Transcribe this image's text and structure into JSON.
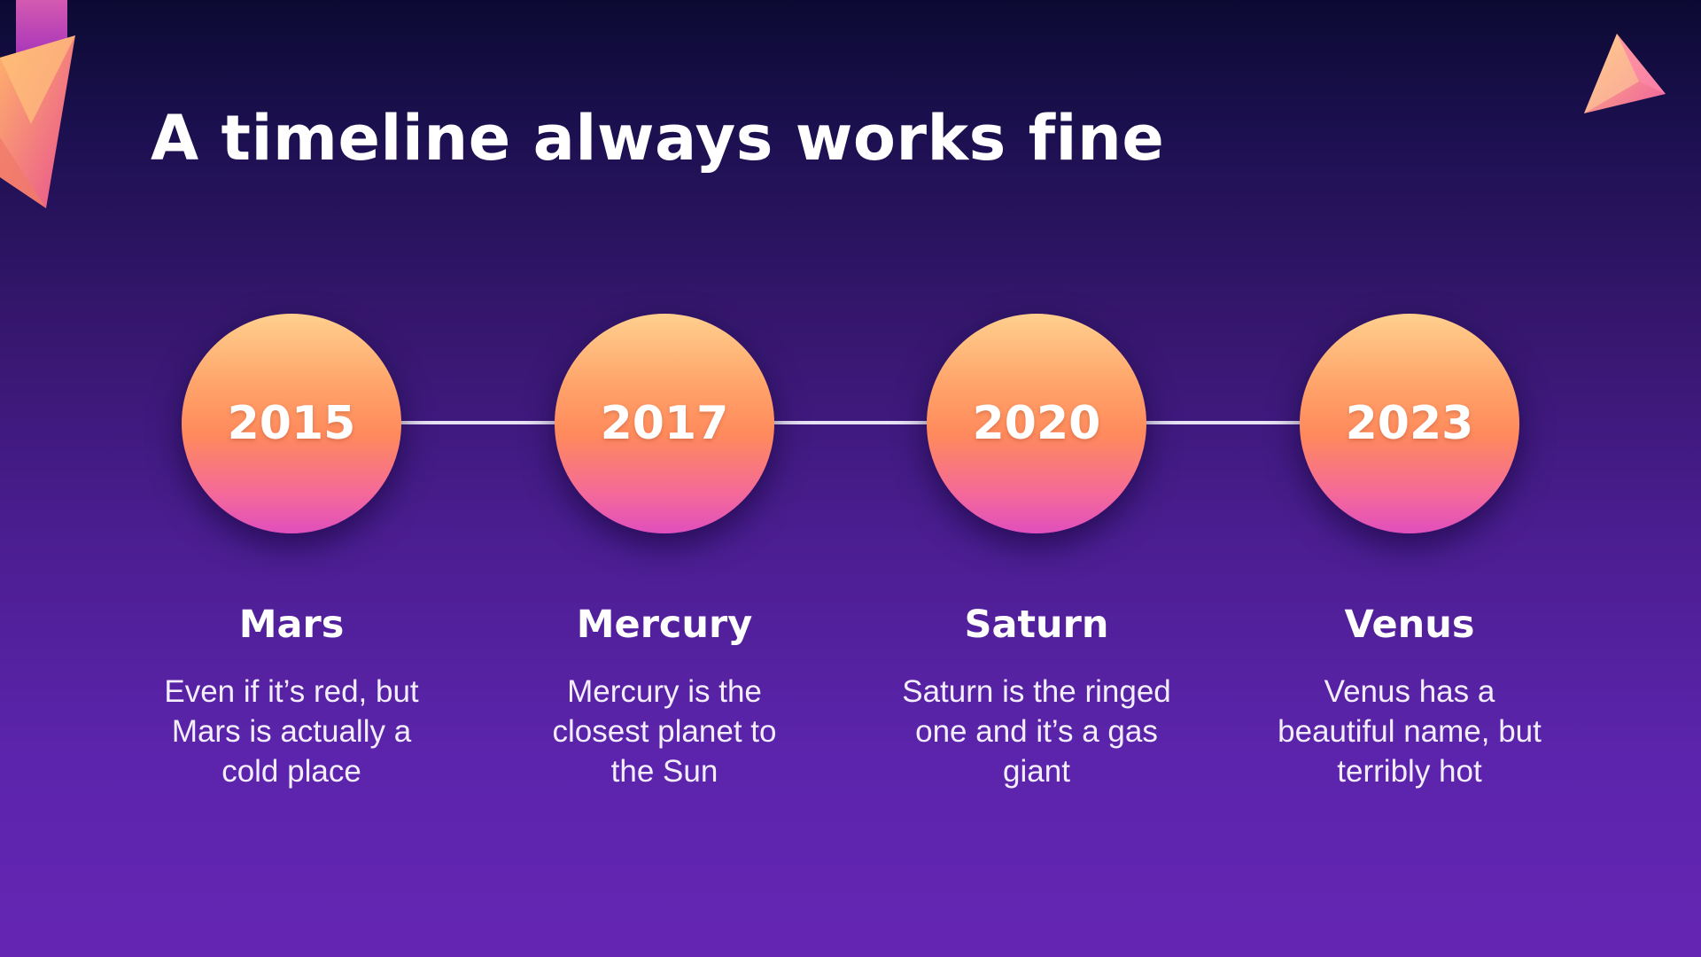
{
  "slide": {
    "title": "A timeline always works fine"
  },
  "timeline": [
    {
      "year": "2015",
      "planet": "Mars",
      "description": [
        "Even if it’s red, but",
        "Mars is actually a",
        "cold place"
      ]
    },
    {
      "year": "2017",
      "planet": "Mercury",
      "description": [
        "Mercury is the",
        "closest planet to",
        "the Sun"
      ]
    },
    {
      "year": "2020",
      "planet": "Saturn",
      "description": [
        "Saturn is the ringed",
        "one and it’s a gas",
        "giant"
      ]
    },
    {
      "year": "2023",
      "planet": "Venus",
      "description": [
        "Venus has a",
        "beautiful name, but",
        "terribly hot"
      ]
    }
  ],
  "colors": {
    "background_top": "#0c0a33",
    "background_bottom": "#6526b3",
    "circle_top": "#ffd08e",
    "circle_bottom": "#e04fbd",
    "text": "#ffffff"
  }
}
